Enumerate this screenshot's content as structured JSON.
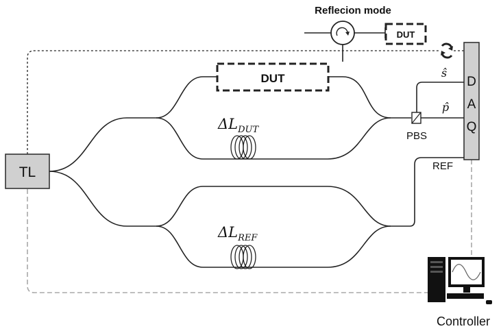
{
  "title": "Reflecion mode",
  "dut_reflection_label": "DUT",
  "dut_main_label": "DUT",
  "tl_label": "TL",
  "daq_letters": [
    "D",
    "A",
    "Q"
  ],
  "pbs_label": "PBS",
  "ref_label": "REF",
  "s_hat_label": "ŝ",
  "p_hat_label": "p̂",
  "delta_l_dut": {
    "main": "ΔL",
    "sub": "DUT"
  },
  "delta_l_ref": {
    "main": "ΔL",
    "sub": "REF"
  },
  "controller_label": "Controller",
  "colors": {
    "box_fill": "#d0d0d0",
    "line": "#222222",
    "grey_dash": "#a8a8a8"
  },
  "icons": [
    "circulator-icon",
    "refresh-cycle-icon",
    "fiber-coil-icon",
    "computer-icon"
  ]
}
